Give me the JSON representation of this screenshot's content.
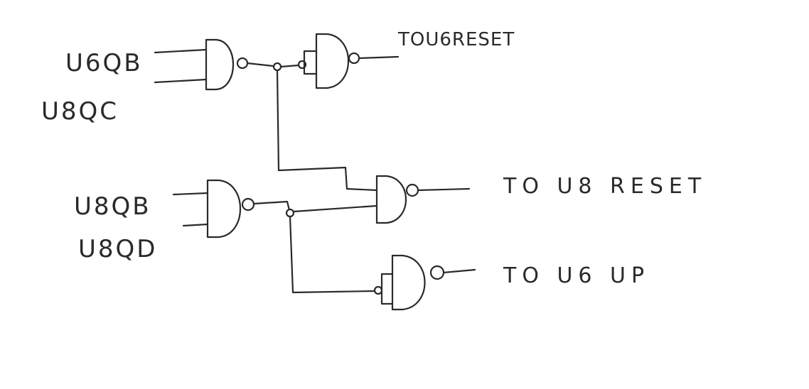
{
  "inputs": {
    "gate1_a": "U6QB",
    "gate1_b": "U8QC",
    "gate2_a": "U8QB",
    "gate2_b": "U8QD"
  },
  "outputs": {
    "u6_reset": "TOU6RESET",
    "u8_reset": "TO U8 RESET",
    "u6_up": "TO U6 UP"
  },
  "colors": {
    "ink": "#2a2a2a",
    "paper": "#ffffff"
  }
}
